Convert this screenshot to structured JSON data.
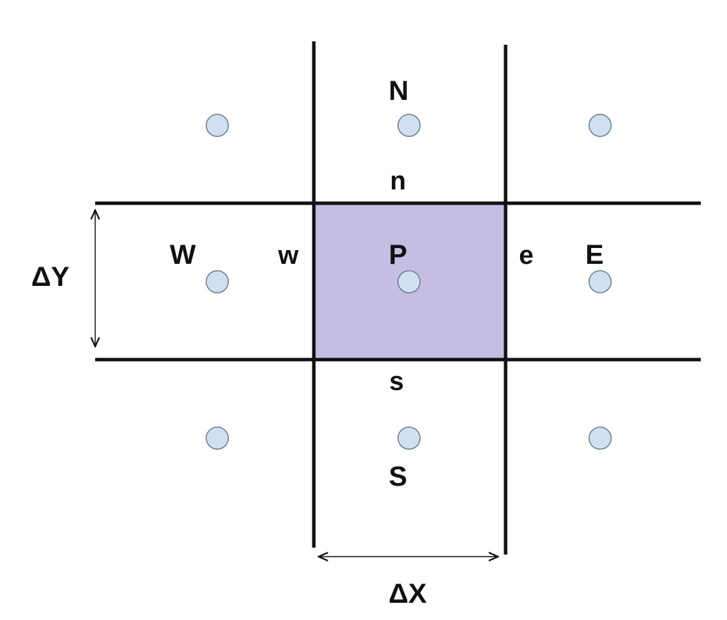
{
  "colors": {
    "cell_fill": "#c5bde3",
    "node_fill": "#cfe0f0",
    "node_stroke": "#6b7b8c",
    "line": "#111111"
  },
  "labels": {
    "N": "N",
    "n": "n",
    "W": "W",
    "w": "w",
    "P": "P",
    "e": "e",
    "E": "E",
    "s": "s",
    "S": "S",
    "dy": "ΔY",
    "dx": "ΔX"
  }
}
